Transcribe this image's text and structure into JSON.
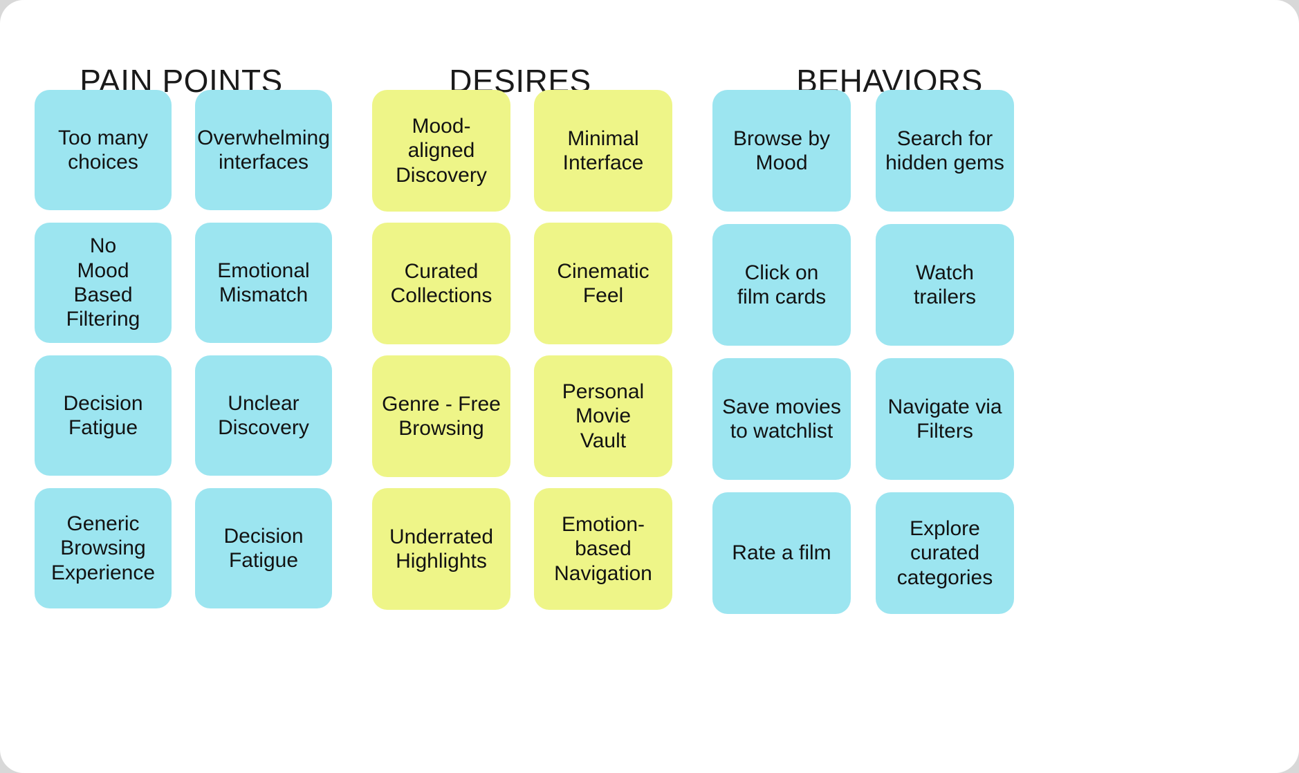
{
  "board": {
    "background": "#ffffff",
    "canvas_background": "#d8d8d8"
  },
  "palette": {
    "blue": "#9ce5f0",
    "yellow": "#eef588",
    "text": "#121212",
    "title": "#1a1a1a"
  },
  "groups": [
    {
      "id": "pain-points",
      "title": "PAIN POINTS",
      "color_name": "blue",
      "color": "#9ce5f0",
      "cards": [
        "Too many\nchoices",
        "Overwhelming\ninterfaces",
        "No\nMood\nBased\nFiltering",
        "Emotional\nMismatch",
        "Decision\nFatigue",
        "Unclear\nDiscovery",
        "Generic\nBrowsing\nExperience",
        "Decision\nFatigue"
      ]
    },
    {
      "id": "desires",
      "title": "DESIRES",
      "color_name": "yellow",
      "color": "#eef588",
      "cards": [
        "Mood-aligned\nDiscovery",
        "Minimal\nInterface",
        "Curated\nCollections",
        "Cinematic\nFeel",
        "Genre - Free\nBrowsing",
        "Personal\nMovie\nVault",
        "Underrated\nHighlights",
        "Emotion-based\nNavigation"
      ]
    },
    {
      "id": "behaviors",
      "title": "BEHAVIORS",
      "color_name": "blue",
      "color": "#9ce5f0",
      "cards": [
        "Browse by\nMood",
        "Search for\nhidden gems",
        "Click on\nfilm cards",
        "Watch trailers",
        "Save movies\nto watchlist",
        "Navigate via\nFilters",
        "Rate a film",
        "Explore\ncurated\ncategories"
      ]
    }
  ]
}
